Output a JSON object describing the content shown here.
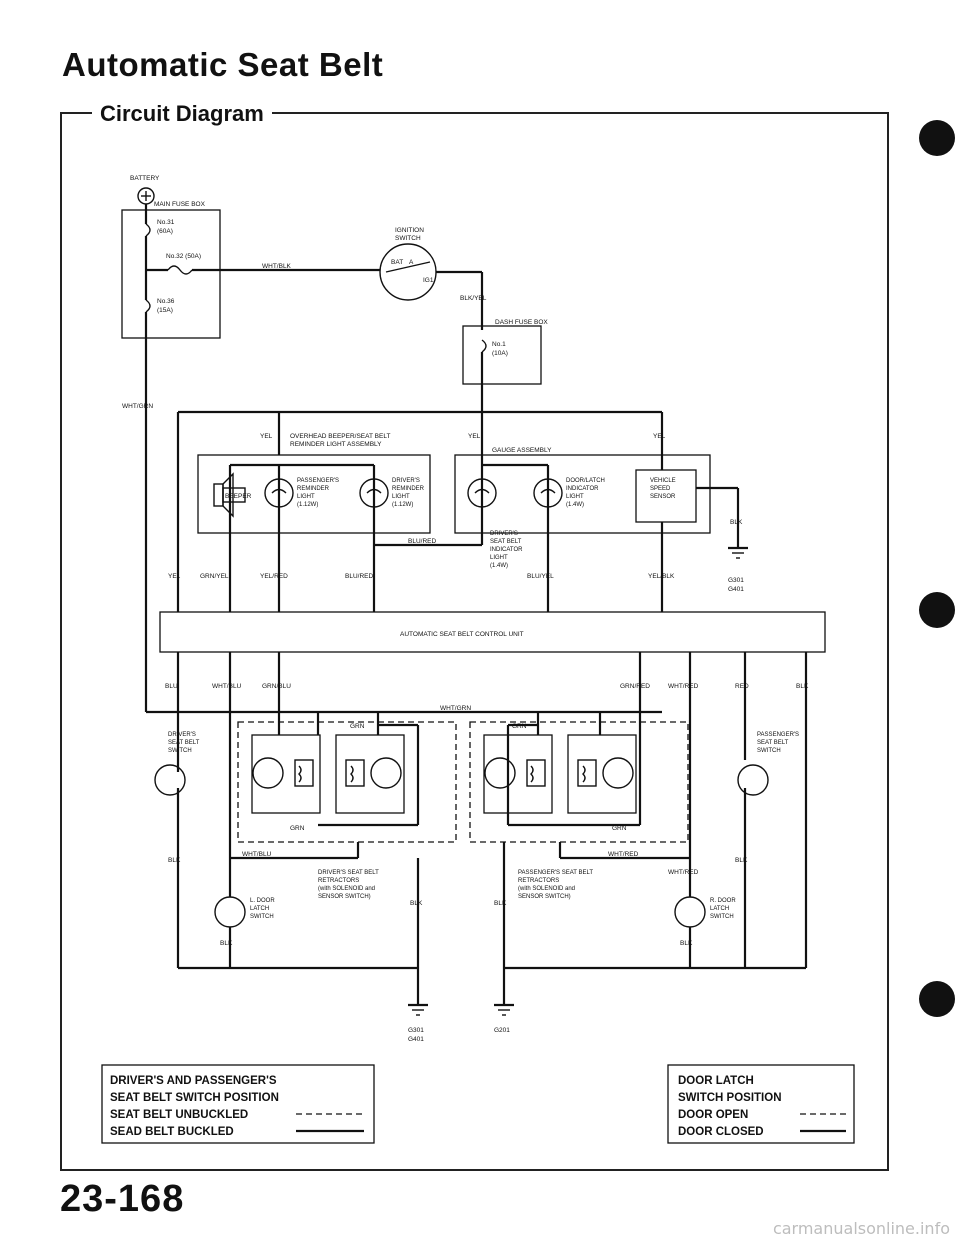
{
  "page": {
    "title": "Automatic Seat Belt",
    "subtitle": "Circuit Diagram",
    "page_number": "23-168",
    "watermark": "carmanualsonline.info"
  },
  "diagram": {
    "battery": "BATTERY",
    "main_fuse_box": "MAIN FUSE BOX",
    "fuse_31": "No.31",
    "fuse_31_amp": "(60A)",
    "fuse_32": "No.32 (50A)",
    "fuse_36": "No.36",
    "fuse_36_amp": "(15A)",
    "ignition_switch": "IGNITION",
    "ignition_switch2": "SWITCH",
    "bat": "BAT",
    "a": "A",
    "ig1": "IG1",
    "wht_blk": "WHT/BLK",
    "blk_yel": "BLK/YEL",
    "dash_fuse_box": "DASH FUSE BOX",
    "fuse_1": "No.1",
    "fuse_1_amp": "(10A)",
    "wht_grn": "WHT/GRN",
    "yel": "YEL",
    "overhead_line1": "OVERHEAD BEEPER/SEAT BELT",
    "overhead_line2": "REMINDER LIGHT ASSEMBLY",
    "gauge_assembly": "GAUGE ASSEMBLY",
    "beeper": "BEEPER",
    "pass_rem_line1": "PASSENGER'S",
    "pass_rem_line2": "REMINDER",
    "pass_rem_line3": "LIGHT",
    "pass_rem_line4": "(1.12W)",
    "drv_rem_line1": "DRIVER'S",
    "drv_rem_line2": "REMINDER",
    "drv_rem_line3": "LIGHT",
    "drv_rem_line4": "(1.12W)",
    "door_latch_line1": "DOOR/LATCH",
    "door_latch_line2": "INDICATOR",
    "door_latch_line3": "LIGHT",
    "door_latch_line4": "(1.4W)",
    "vss_line1": "VEHICLE",
    "vss_line2": "SPEED",
    "vss_line3": "SENSOR",
    "blu_red": "BLU/RED",
    "drv_ind_line1": "DRIVER'S",
    "drv_ind_line2": "SEAT BELT",
    "drv_ind_line3": "INDICATOR",
    "drv_ind_line4": "LIGHT",
    "drv_ind_line5": "(1.4W)",
    "grn_yel": "GRN/YEL",
    "yel_red": "YEL/RED",
    "blu_yel": "BLU/YEL",
    "yel_blk": "YEL/BLK",
    "blk": "BLK",
    "g301": "G301",
    "g401": "G401",
    "g201": "G201",
    "control_unit": "AUTOMATIC SEAT BELT CONTROL UNIT",
    "blu": "BLU",
    "wht_blu": "WHT/BLU",
    "grn_blu": "GRN/BLU",
    "grn_red": "GRN/RED",
    "wht_red": "WHT/RED",
    "red": "RED",
    "grn": "GRN",
    "drv_sw_line1": "DRIVER'S",
    "drv_sw_line2": "SEAT BELT",
    "drv_sw_line3": "SWITCH",
    "pass_sw_line1": "PASSENGER'S",
    "pass_sw_line2": "SEAT BELT",
    "pass_sw_line3": "SWITCH",
    "drv_ret_line1": "DRIVER'S SEAT BELT",
    "drv_ret_line2": "RETRACTORS",
    "drv_ret_line3": "(with SOLENOID and",
    "drv_ret_line4": "SENSOR SWITCH)",
    "pass_ret_line1": "PASSENGER'S SEAT BELT",
    "pass_ret_line2": "RETRACTORS",
    "pass_ret_line3": "(with SOLENOID and",
    "pass_ret_line4": "SENSOR SWITCH)",
    "l_door_line1": "L. DOOR",
    "l_door_line2": "LATCH",
    "l_door_line3": "SWITCH",
    "r_door_line1": "R. DOOR",
    "r_door_line2": "LATCH",
    "r_door_line3": "SWITCH"
  },
  "legend_left": {
    "line1": "DRIVER'S AND PASSENGER'S",
    "line2": "SEAT BELT SWITCH POSITION",
    "row1": "SEAT BELT UNBUCKLED",
    "row2": "SEAD BELT BUCKLED"
  },
  "legend_right": {
    "line1": "DOOR LATCH",
    "line2": "SWITCH POSITION",
    "row1": "DOOR OPEN",
    "row2": "DOOR CLOSED"
  }
}
